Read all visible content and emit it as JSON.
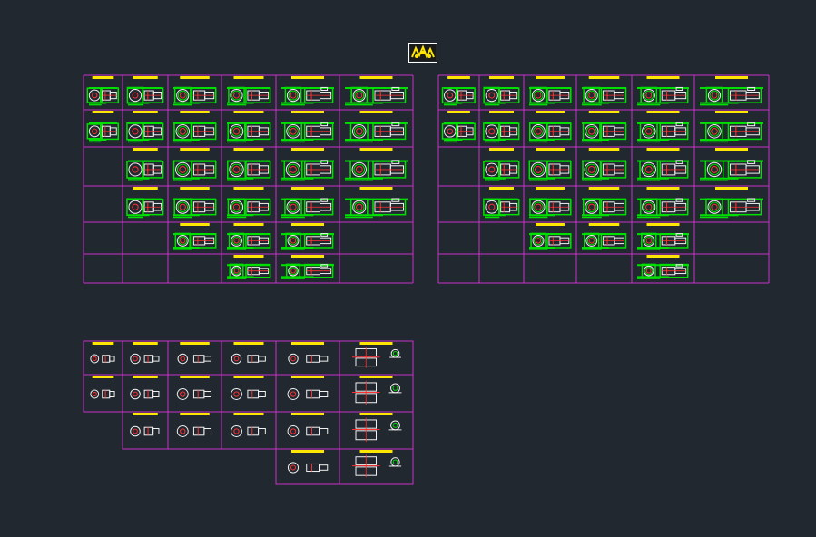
{
  "colors": {
    "background": "#212830",
    "grid": "#c832c8",
    "label_bar": "#ffe600",
    "drawing_green": "#00e000",
    "drawing_white": "#f0f0f0",
    "drawing_red": "#ff3030"
  },
  "icons": {
    "logo": "cad-block-logo-icon"
  },
  "tables": [
    {
      "name": "reducer-table-left",
      "rows": 6,
      "cols": 6,
      "drawing_style": "green",
      "filled_cells": [
        [
          0,
          0
        ],
        [
          0,
          1
        ],
        [
          0,
          2
        ],
        [
          0,
          3
        ],
        [
          0,
          4
        ],
        [
          0,
          5
        ],
        [
          1,
          0
        ],
        [
          1,
          1
        ],
        [
          1,
          2
        ],
        [
          1,
          3
        ],
        [
          1,
          4
        ],
        [
          1,
          5
        ],
        [
          2,
          1
        ],
        [
          2,
          2
        ],
        [
          2,
          3
        ],
        [
          2,
          4
        ],
        [
          2,
          5
        ],
        [
          3,
          1
        ],
        [
          3,
          2
        ],
        [
          3,
          3
        ],
        [
          3,
          4
        ],
        [
          3,
          5
        ],
        [
          4,
          2
        ],
        [
          4,
          3
        ],
        [
          4,
          4
        ],
        [
          5,
          3
        ],
        [
          5,
          4
        ]
      ]
    },
    {
      "name": "reducer-table-right",
      "rows": 6,
      "cols": 6,
      "drawing_style": "green",
      "filled_cells": [
        [
          0,
          0
        ],
        [
          0,
          1
        ],
        [
          0,
          2
        ],
        [
          0,
          3
        ],
        [
          0,
          4
        ],
        [
          0,
          5
        ],
        [
          1,
          0
        ],
        [
          1,
          1
        ],
        [
          1,
          2
        ],
        [
          1,
          3
        ],
        [
          1,
          4
        ],
        [
          1,
          5
        ],
        [
          2,
          1
        ],
        [
          2,
          2
        ],
        [
          2,
          3
        ],
        [
          2,
          4
        ],
        [
          2,
          5
        ],
        [
          3,
          1
        ],
        [
          3,
          2
        ],
        [
          3,
          3
        ],
        [
          3,
          4
        ],
        [
          3,
          5
        ],
        [
          4,
          2
        ],
        [
          4,
          3
        ],
        [
          4,
          4
        ],
        [
          5,
          4
        ]
      ]
    },
    {
      "name": "reducer-table-bottom",
      "drawing_style": "white",
      "filled_cells": [
        [
          0,
          0
        ],
        [
          0,
          1
        ],
        [
          0,
          2
        ],
        [
          0,
          3
        ],
        [
          0,
          4
        ],
        [
          0,
          5
        ],
        [
          1,
          0
        ],
        [
          1,
          1
        ],
        [
          1,
          2
        ],
        [
          1,
          3
        ],
        [
          1,
          4
        ],
        [
          1,
          5
        ],
        [
          2,
          1
        ],
        [
          2,
          2
        ],
        [
          2,
          3
        ],
        [
          2,
          4
        ],
        [
          2,
          5
        ],
        [
          3,
          4
        ],
        [
          3,
          5
        ]
      ]
    }
  ]
}
